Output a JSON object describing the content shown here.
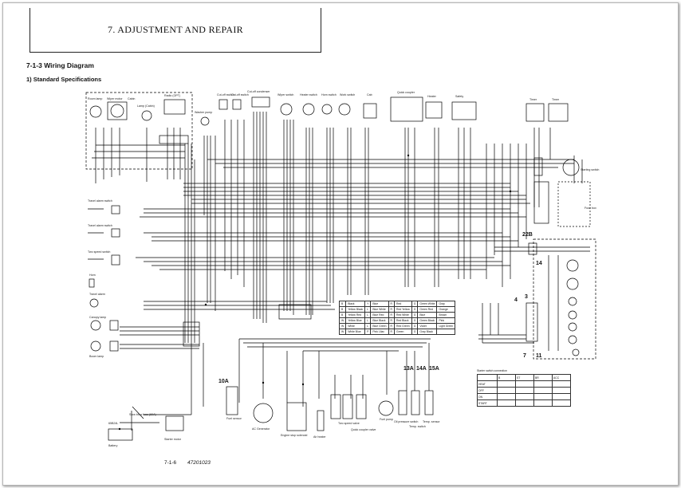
{
  "header": {
    "chapter_title": "7. ADJUSTMENT AND REPAIR"
  },
  "section": {
    "heading": "7-1-3  Wiring Diagram",
    "subheading": "1)  Standard Specifications"
  },
  "footer": {
    "page_number": "7-1-6",
    "doc_code": "47201023"
  },
  "diagram": {
    "components": {
      "room_lamp": "Room lamp",
      "wiper_motor": "Wiper motor",
      "cabin": "Cabin",
      "lamp_cabin": "Lamp (Cabin)",
      "radio_opt": "Radio (OPT)",
      "washer_pump": "Washer pump",
      "cutoff_switch": "Cut-off switch",
      "cutoff_switch_2": "Cut-off switch",
      "cutoff_condenser": "Cut-off condenser",
      "wiper_switch": "Wiper switch",
      "heater_switch": "Heater switch",
      "horn_switch": "Horn switch",
      "work_switch": "Work switch",
      "cab": "Cab",
      "quick_coupler": "Quick coupler",
      "heater": "Heater",
      "safety": "Safety",
      "timer": "Timer",
      "timer_2": "Timer",
      "starting_switch": "Starting switch",
      "fuse_box": "Fuse box",
      "travel_alarm_switch": "Travel alarm switch",
      "travel_alarm_switch_2": "Travel alarm switch",
      "two_speed_switch": "Two speed switch",
      "horn": "Horn",
      "travel_alarm": "Travel alarm",
      "canopy_lamp": "Canopy lamp",
      "boom_lamp": "Boom lamp",
      "fuel_sensor": "Fuel sensor",
      "ac_generator": "AC Generator",
      "engine_stop_solenoid": "Engine stop solenoid",
      "air_heater": "Air heater",
      "two_speed_valve": "Two speed valve",
      "quick_coupler_valve": "Quick coupler valve",
      "fuel_pump": "Fuel pump",
      "oil_pressure_switch": "Oil pressure switch",
      "temp_switch": "Temp. switch",
      "temp_sensor": "Temp. sensor",
      "battery": "Battery",
      "starter_motor": "Starter motor",
      "slow_blow_fuse": "Slow blow fuse (60A)",
      "battery_spec": "65B24L"
    },
    "callouts": [
      "22B",
      "14",
      "4",
      "3",
      "7",
      "11",
      "10A",
      "13A",
      "14A",
      "15A"
    ],
    "color_code_rows": [
      [
        "B",
        "Black",
        "Y",
        "Blue",
        "R",
        "Red",
        "G",
        "Green White",
        "Gray"
      ],
      [
        "B",
        "Yellow Black",
        "L",
        "Blue White",
        "R",
        "Red Yellow",
        "G",
        "Green Red",
        "Orange"
      ],
      [
        "B",
        "Yellow Red",
        "L",
        "Blue Red",
        "R",
        "Red White",
        "G",
        "Blue",
        "Brown"
      ],
      [
        "W",
        "Yellow Blue",
        "L",
        "Blue Black",
        "R",
        "Red Black",
        "G",
        "Green Black",
        "Pink"
      ],
      [
        "W",
        "White",
        "L",
        "Blue Green",
        "R",
        "Red Green",
        "G",
        "Violet",
        "Light Green"
      ],
      [
        "W",
        "White Blue",
        "P",
        "Pink Lilac",
        "R",
        "Green",
        "G",
        "Gray Black",
        ""
      ]
    ],
    "starter_switch": {
      "title": "Starter switch connection",
      "columns": [
        "",
        "B",
        "ST",
        "BR",
        "ACC"
      ],
      "rows": [
        "HEAT",
        "OFF",
        "ON",
        "START"
      ]
    }
  }
}
